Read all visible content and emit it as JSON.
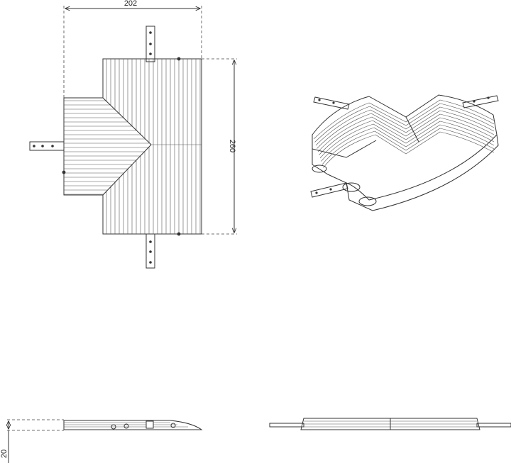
{
  "dimensions": {
    "width_label": "202",
    "height_label": "260",
    "thickness_label": "20"
  },
  "views": [
    "top-view",
    "isometric-view",
    "side-view",
    "front-view"
  ]
}
